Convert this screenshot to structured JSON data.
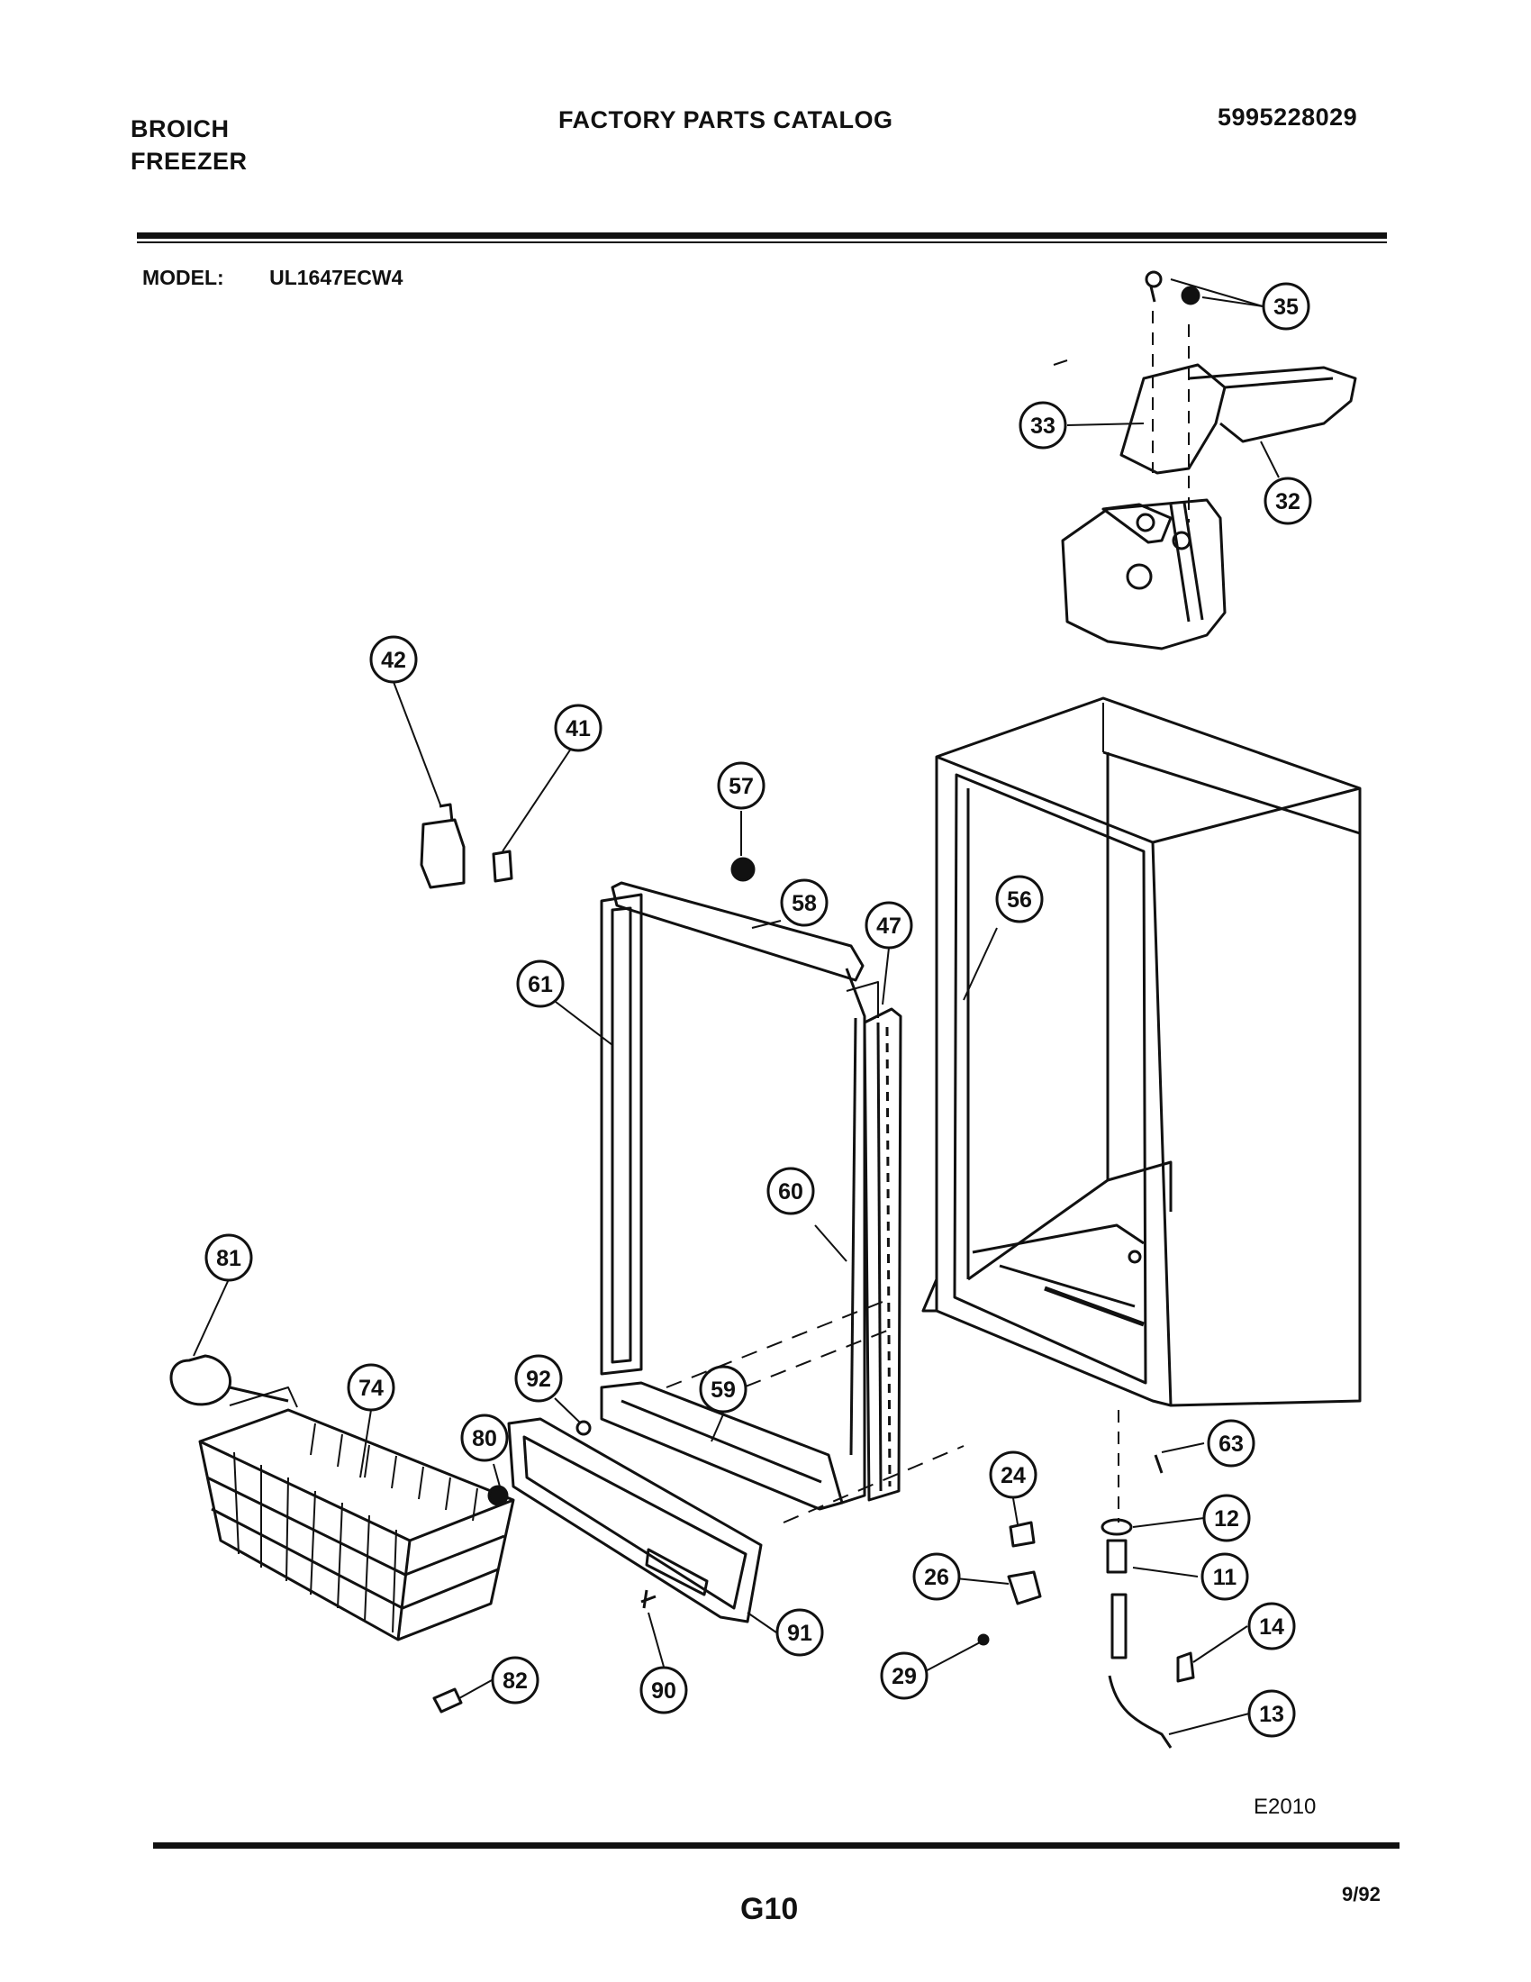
{
  "header": {
    "brand_line1": "BROICH",
    "brand_line2": "FREEZER",
    "catalog_title": "FACTORY PARTS CATALOG",
    "catalog_number": "5995228029"
  },
  "model": {
    "label": "MODEL:",
    "value": "UL1647ECW4"
  },
  "footer": {
    "drawing_code": "E2010",
    "page": "G10",
    "date": "9/92"
  },
  "callouts": [
    {
      "id": "35",
      "label": "35"
    },
    {
      "id": "33",
      "label": "33"
    },
    {
      "id": "32",
      "label": "32"
    },
    {
      "id": "42",
      "label": "42"
    },
    {
      "id": "41",
      "label": "41"
    },
    {
      "id": "57",
      "label": "57"
    },
    {
      "id": "58",
      "label": "58"
    },
    {
      "id": "47",
      "label": "47"
    },
    {
      "id": "56",
      "label": "56"
    },
    {
      "id": "61",
      "label": "61"
    },
    {
      "id": "60",
      "label": "60"
    },
    {
      "id": "81",
      "label": "81"
    },
    {
      "id": "74",
      "label": "74"
    },
    {
      "id": "92",
      "label": "92"
    },
    {
      "id": "59",
      "label": "59"
    },
    {
      "id": "80",
      "label": "80"
    },
    {
      "id": "24",
      "label": "24"
    },
    {
      "id": "63",
      "label": "63"
    },
    {
      "id": "12",
      "label": "12"
    },
    {
      "id": "26",
      "label": "26"
    },
    {
      "id": "11",
      "label": "11"
    },
    {
      "id": "14",
      "label": "14"
    },
    {
      "id": "91",
      "label": "91"
    },
    {
      "id": "29",
      "label": "29"
    },
    {
      "id": "82",
      "label": "82"
    },
    {
      "id": "90",
      "label": "90"
    },
    {
      "id": "13",
      "label": "13"
    }
  ]
}
